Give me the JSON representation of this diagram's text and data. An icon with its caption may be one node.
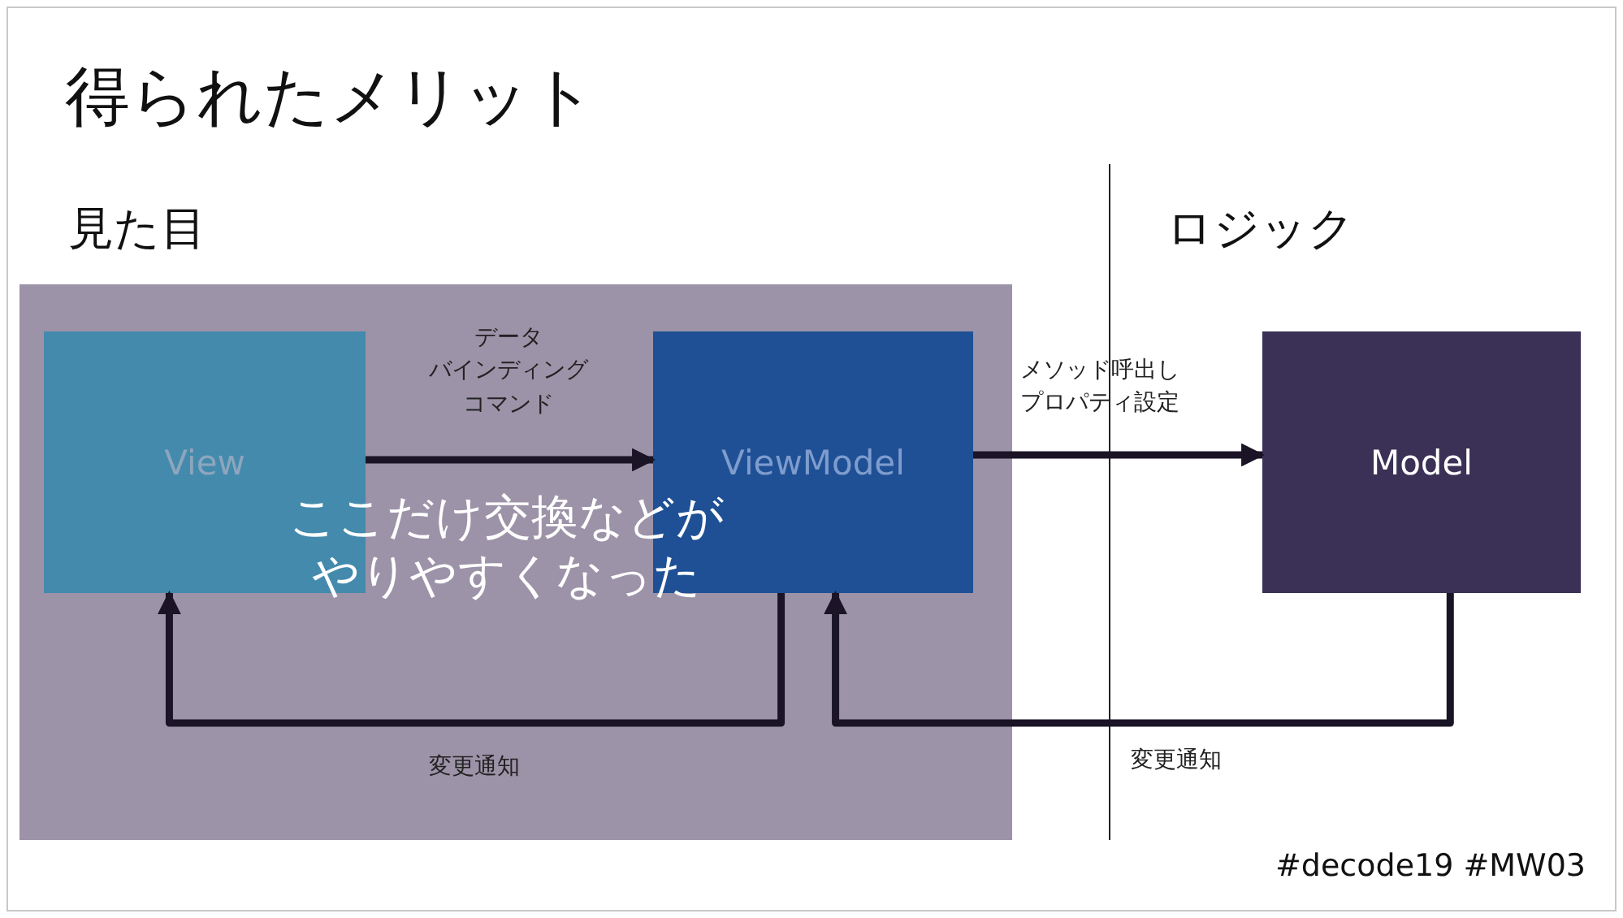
{
  "diagram": {
    "title": "得られたメリット",
    "nodes": [
      {
        "text": [],
        "shape": "box"
      },
      {
        "text": [
          "View"
        ],
        "in": 0
      },
      {
        "text": [
          "ViewModel"
        ],
        "in": 0
      },
      {
        "text": [
          "Model"
        ]
      }
    ],
    "edges": [
      {
        "from": 1,
        "to": 2,
        "arrow": "to",
        "label": "データバインディングコマンド"
      },
      {
        "from": 2,
        "to": 3,
        "arrow": "to",
        "label": "メソッド呼出しプロパティ設定"
      },
      {
        "from": 2,
        "to": 1,
        "arrow": "to",
        "label": "変更通知"
      },
      {
        "from": 3,
        "to": 2,
        "arrow": "to",
        "label": "変更通知"
      }
    ],
    "labels": [
      "見た目",
      "ロジック",
      "ここだけ交換などがやりやすくなった",
      "#decode19 #MW03"
    ]
  }
}
